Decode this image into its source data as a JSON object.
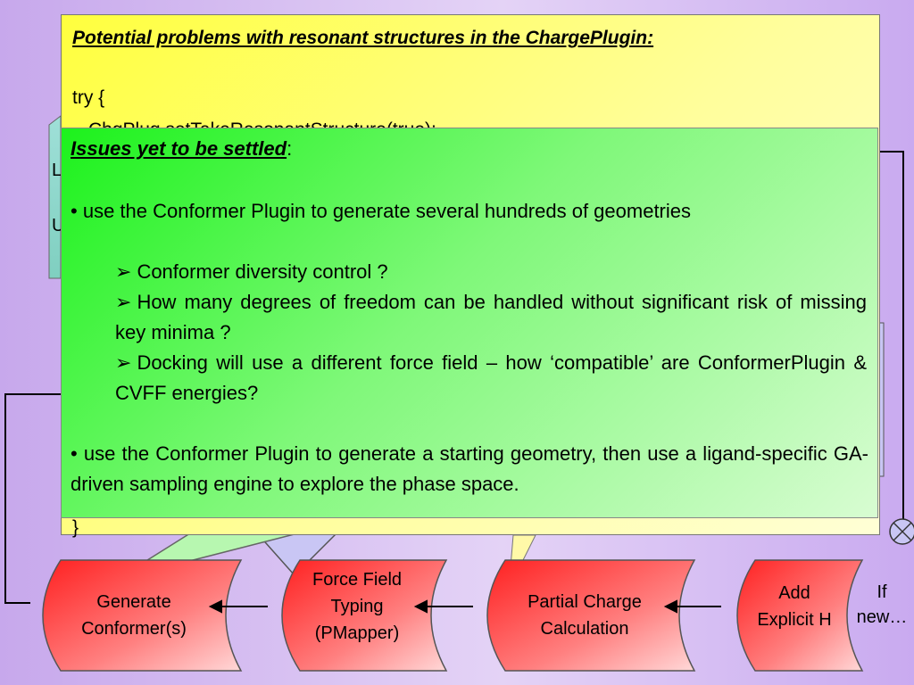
{
  "yellow_note": {
    "title": "Potential problems with resonant structures in the ChargePlugin:",
    "code_lines": [
      "try {",
      "ChgPlug.setTakeResonantStructure(true);",
      "}"
    ]
  },
  "green_note": {
    "title": "Issues yet to be settled",
    "title_suffix": ":",
    "bullet1": "use the Conformer Plugin to generate several hundreds of geometries",
    "sub1": "Conformer diversity control ?",
    "sub2": "How many degrees of freedom can be handled without significant risk of missing key minima ?",
    "sub3": "Docking will use a different force field – how ‘compatible’ are ConformerPlugin & CVFF energies?",
    "bullet2": "use the Conformer Plugin to generate a starting geometry, then use a ligand-specific GA-driven sampling engine to explore the phase space."
  },
  "left_partial_letters": [
    "L",
    "U"
  ],
  "process_boxes": [
    {
      "label_line1": "Generate",
      "label_line2": "Conformer(s)"
    },
    {
      "label_line1": "Force Field",
      "label_line2": "Typing",
      "label_line3": "(PMapper)"
    },
    {
      "label_line1": "Partial Charge",
      "label_line2": "Calculation"
    },
    {
      "label_line1": "Add",
      "label_line2": "Explicit H"
    }
  ],
  "side_label": {
    "line1": "If",
    "line2": "new…"
  },
  "colors": {
    "yellow_fill": "#ffff66",
    "green_fill": "#33ff33",
    "process_fill": "#ff3030",
    "teal_callout": "#8fd7c8",
    "blue_callout": "#c9c6f4"
  }
}
